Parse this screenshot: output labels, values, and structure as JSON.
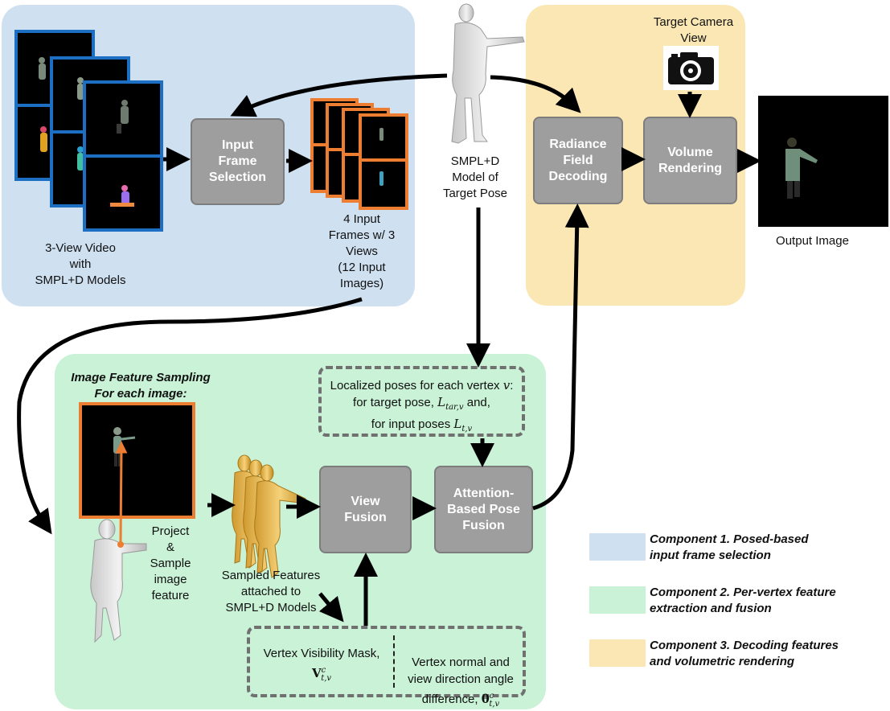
{
  "colors": {
    "component1": "#cfe0f1",
    "component2": "#c9f2d6",
    "component3": "#fbe7b3",
    "process_box": "#9e9e9e",
    "frame_blue": "#1c6fc2",
    "frame_orange": "#ed7d31",
    "arrow": "#000000",
    "dashed_border": "#707070"
  },
  "icons": [
    "camera-icon",
    "human-body-model-icon"
  ],
  "labels": {
    "three_view_video": "3-View Video\nwith\nSMPL+D Models",
    "input_frame_selection": "Input\nFrame\nSelection",
    "four_input_frames": "4 Input\nFrames w/ 3\nViews\n(12 Input\nImages)",
    "smpl_model": "SMPL+D\nModel of\nTarget Pose",
    "radiance_field_decoding": "Radiance\nField\nDecoding",
    "target_camera_view": "Target Camera\nView",
    "volume_rendering": "Volume\nRendering",
    "output_image": "Output Image",
    "image_feature_sampling": "Image Feature Sampling\nFor each image:",
    "project_sample": "Project\n&\nSample\nimage\nfeature",
    "sampled_features": "Sampled Features\nattached to\nSMPL+D Models",
    "view_fusion": "View\nFusion",
    "attention_pose_fusion": "Attention-\nBased Pose\nFusion",
    "localized_poses_line1": "Localized poses for each vertex ",
    "localized_poses_var_v": "v",
    "localized_poses_line1_end": ":",
    "localized_poses_line2": "for target pose, ",
    "localized_poses_var_ltar": "L",
    "localized_poses_sub_ltar": "tar,v",
    "localized_poses_line2_end": " and,",
    "localized_poses_line3": "for input poses ",
    "localized_poses_var_lt": "L",
    "localized_poses_sub_lt": "t,v",
    "visibility_mask_text": "Vertex Visibility Mask,",
    "visibility_mask_symbol": "V",
    "visibility_mask_sup": "c",
    "visibility_mask_sub": "t,v",
    "normal_angle_text": "Vertex normal and\nview direction angle\ndifference, ",
    "normal_angle_symbol": "θ",
    "normal_angle_sup": "c",
    "normal_angle_sub": "t,v"
  },
  "legend": [
    {
      "color": "#cfe0f1",
      "text": "Component 1. Posed-based\ninput frame selection"
    },
    {
      "color": "#c9f2d6",
      "text": "Component 2. Per-vertex feature\nextraction and fusion"
    },
    {
      "color": "#fbe7b3",
      "text": "Component 3. Decoding features\nand volumetric rendering"
    }
  ]
}
